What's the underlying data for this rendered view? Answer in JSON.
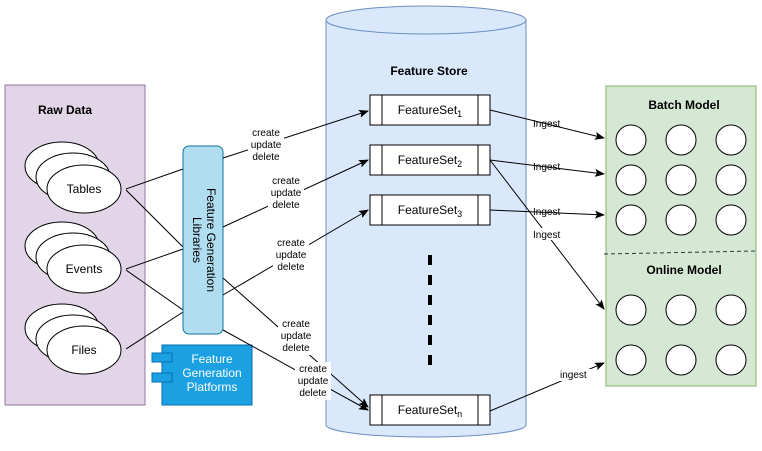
{
  "raw_data": {
    "title": "Raw Data",
    "sources": [
      "Tables",
      "Events",
      "Files"
    ]
  },
  "libraries": {
    "label_line1": "Feature Generation",
    "label_line2": "Libraries"
  },
  "platforms": {
    "line1": "Feature",
    "line2": "Generation",
    "line3": "Platforms"
  },
  "feature_store": {
    "title": "Feature Store",
    "sets": [
      {
        "base": "FeatureSet",
        "sub": "1"
      },
      {
        "base": "FeatureSet",
        "sub": "2"
      },
      {
        "base": "FeatureSet",
        "sub": "3"
      },
      {
        "base": "FeatureSet",
        "sub": "n"
      }
    ]
  },
  "crud_label": {
    "l1": "create",
    "l2": "update",
    "l3": "delete"
  },
  "ingest_labels": [
    "Ingest",
    "Ingest",
    "Ingest",
    "Ingest",
    "ingest"
  ],
  "models": {
    "batch": "Batch Model",
    "online": "Online Model"
  },
  "colors": {
    "raw_fill": "#e1d5e7",
    "raw_stroke": "#9673a6",
    "store_fill": "#dae8fc",
    "store_stroke": "#6c8ebf",
    "lib_fill": "#b1ddf0",
    "lib_stroke": "#10739e",
    "platform_fill": "#1ba1e2",
    "platform_stroke": "#006eaf",
    "model_fill": "#d5e8d4",
    "model_stroke": "#82b366"
  }
}
